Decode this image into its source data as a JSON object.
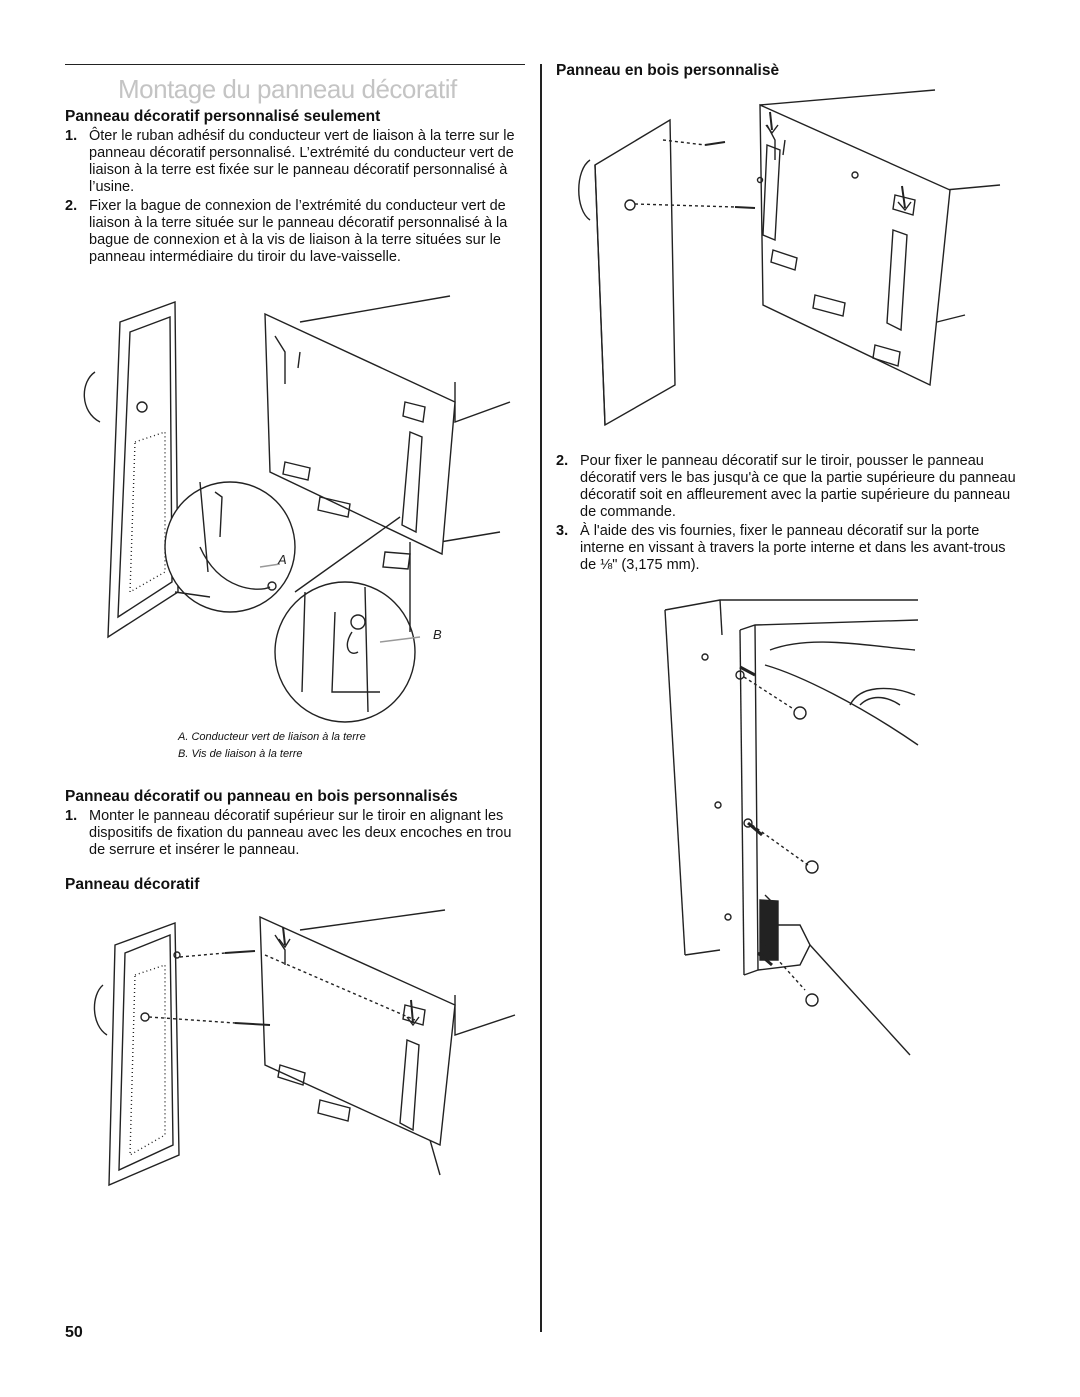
{
  "page": {
    "title": "Montage du panneau décoratif",
    "page_number": "50"
  },
  "section1": {
    "heading": "Panneau décoratif personnalisé seulement",
    "steps": [
      {
        "num": "1.",
        "text": "Ôter le ruban adhésif du conducteur vert de liaison à la terre sur le panneau décoratif personnalisé. L’extrémité du conducteur vert de liaison à la terre est fixée sur le panneau décoratif personnalisé à l’usine."
      },
      {
        "num": "2.",
        "text": "Fixer la bague de connexion de l’extrémité du conducteur vert de liaison à la terre située sur le panneau décoratif personnalisé à la bague de connexion et à la vis de liaison à la terre situées sur le panneau intermédiaire du tiroir du lave-vaisselle."
      }
    ],
    "figure_labels": {
      "a": "A",
      "b": "B"
    },
    "captions": [
      "A. Conducteur vert de liaison à la terre",
      "B. Vis de liaison à la terre"
    ]
  },
  "section2": {
    "heading": "Panneau décoratif ou panneau en bois personnalisés",
    "steps": [
      {
        "num": "1.",
        "text": "Monter le panneau décoratif supérieur sur le tiroir en alignant les dispositifs de fixation du panneau avec les deux encoches en trou de serrure et insérer le panneau."
      }
    ]
  },
  "section3": {
    "heading": "Panneau décoratif"
  },
  "section4": {
    "heading": "Panneau en bois personnalisè",
    "steps": [
      {
        "num": "2.",
        "text": "Pour fixer le panneau décoratif sur le tiroir, pousser le panneau décoratif vers le bas jusqu'à ce que la partie supérieure du panneau décoratif soit en affleurement avec la partie supérieure du panneau de commande."
      },
      {
        "num": "3.",
        "text": "À l'aide des vis fournies, fixer le panneau décoratif sur la porte interne en vissant à travers la porte interne et dans les avant-trous de ⅛\" (3,175 mm)."
      }
    ]
  }
}
